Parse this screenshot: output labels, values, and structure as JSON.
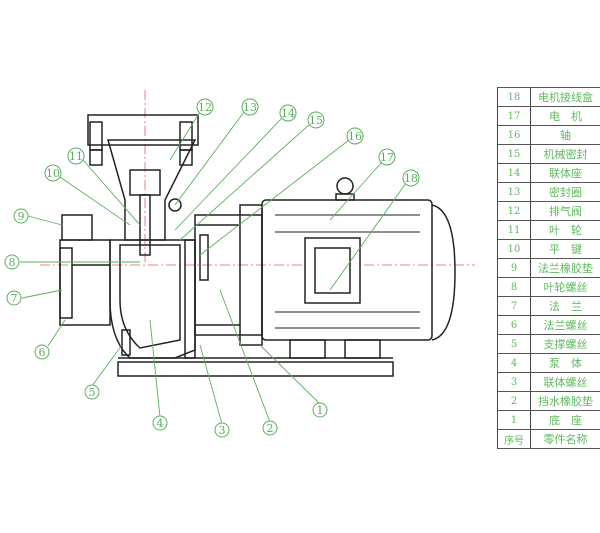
{
  "parts_table": {
    "header": {
      "no": "序号",
      "name": "零件名称"
    },
    "rows": [
      {
        "no": "18",
        "name": "电机接线盒"
      },
      {
        "no": "17",
        "name": "电　机"
      },
      {
        "no": "16",
        "name": "轴"
      },
      {
        "no": "15",
        "name": "机械密封"
      },
      {
        "no": "14",
        "name": "联体座"
      },
      {
        "no": "13",
        "name": "密封圈"
      },
      {
        "no": "12",
        "name": "排气阀"
      },
      {
        "no": "11",
        "name": "叶　轮"
      },
      {
        "no": "10",
        "name": "平　键"
      },
      {
        "no": "9",
        "name": "法兰橡胶垫"
      },
      {
        "no": "8",
        "name": "叶轮螺丝"
      },
      {
        "no": "7",
        "name": "法　兰"
      },
      {
        "no": "6",
        "name": "法兰螺丝"
      },
      {
        "no": "5",
        "name": "支撑螺丝"
      },
      {
        "no": "4",
        "name": "泵　体"
      },
      {
        "no": "3",
        "name": "联体螺丝"
      },
      {
        "no": "2",
        "name": "挡水橡胶垫"
      },
      {
        "no": "1",
        "name": "底　座"
      }
    ]
  },
  "callouts": [
    "1",
    "2",
    "3",
    "4",
    "5",
    "6",
    "7",
    "8",
    "9",
    "10",
    "11",
    "12",
    "13",
    "14",
    "15",
    "16",
    "17",
    "18"
  ],
  "colors": {
    "line": "#222222",
    "callout": "#5cae5c",
    "centerline": "#e05050"
  }
}
